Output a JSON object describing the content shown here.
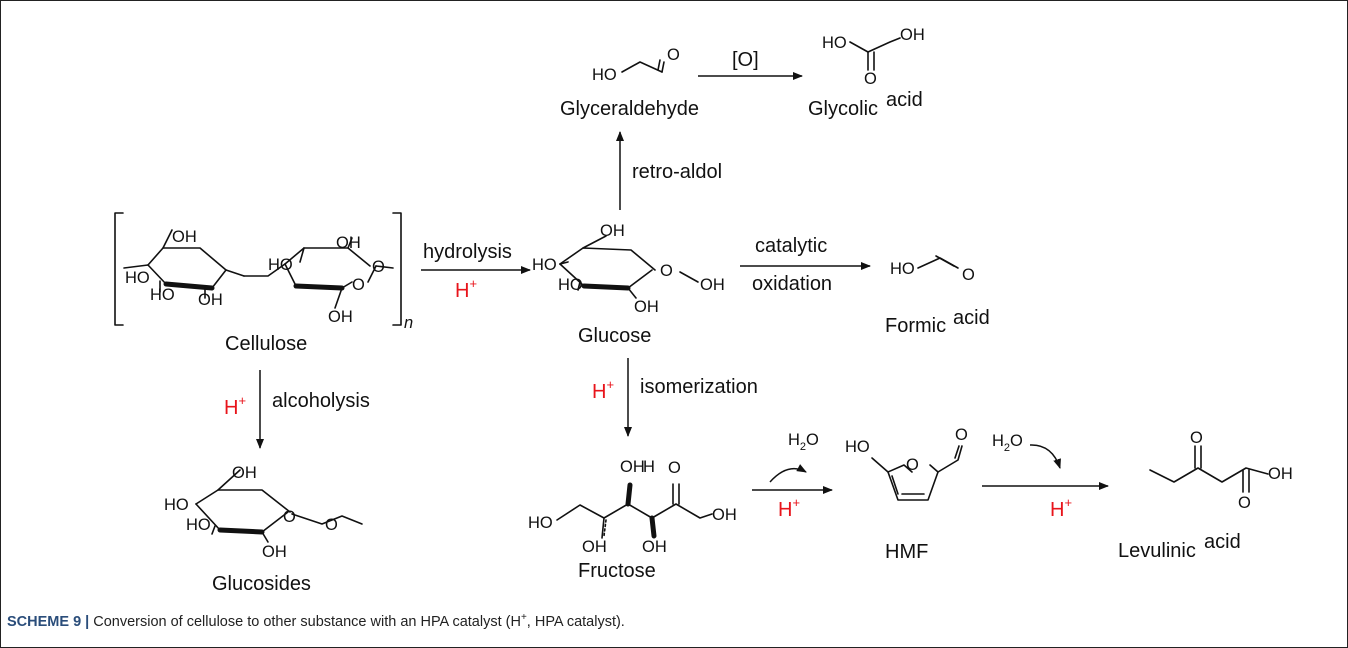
{
  "compounds": {
    "cellulose": "Cellulose",
    "polymer_n": "n",
    "glucose": "Glucose",
    "glucosides": "Glucosides",
    "glyceraldehyde": "Glyceraldehyde",
    "glycolic_acid_a": "Glycolic",
    "glycolic_acid_b": "acid",
    "formic_acid_a": "Formic",
    "formic_acid_b": "acid",
    "fructose": "Fructose",
    "hmf": "HMF",
    "levulinic_acid_a": "Levulinic",
    "levulinic_acid_b": "acid"
  },
  "reactions": {
    "hydrolysis": "hydrolysis",
    "alcoholysis": "alcoholysis",
    "retro_aldol": "retro-aldol",
    "oxidation_reagent": "[O]",
    "catalytic": "catalytic",
    "oxidation": "oxidation",
    "isomerization": "isomerization",
    "water": "H",
    "water_sub": "2",
    "water_o": "O",
    "acid_h": "H",
    "acid_plus": "+"
  },
  "atoms": {
    "oh": "OH",
    "ho": "HO",
    "o": "O"
  },
  "caption": {
    "lead": "SCHEME 9 |",
    "text": "Conversion of cellulose to other substance with an HPA catalyst (H",
    "sup": "+",
    "tail": ", HPA catalyst)."
  },
  "colors": {
    "acid": "#e8141b",
    "caption_lead": "#2a4d7a"
  }
}
